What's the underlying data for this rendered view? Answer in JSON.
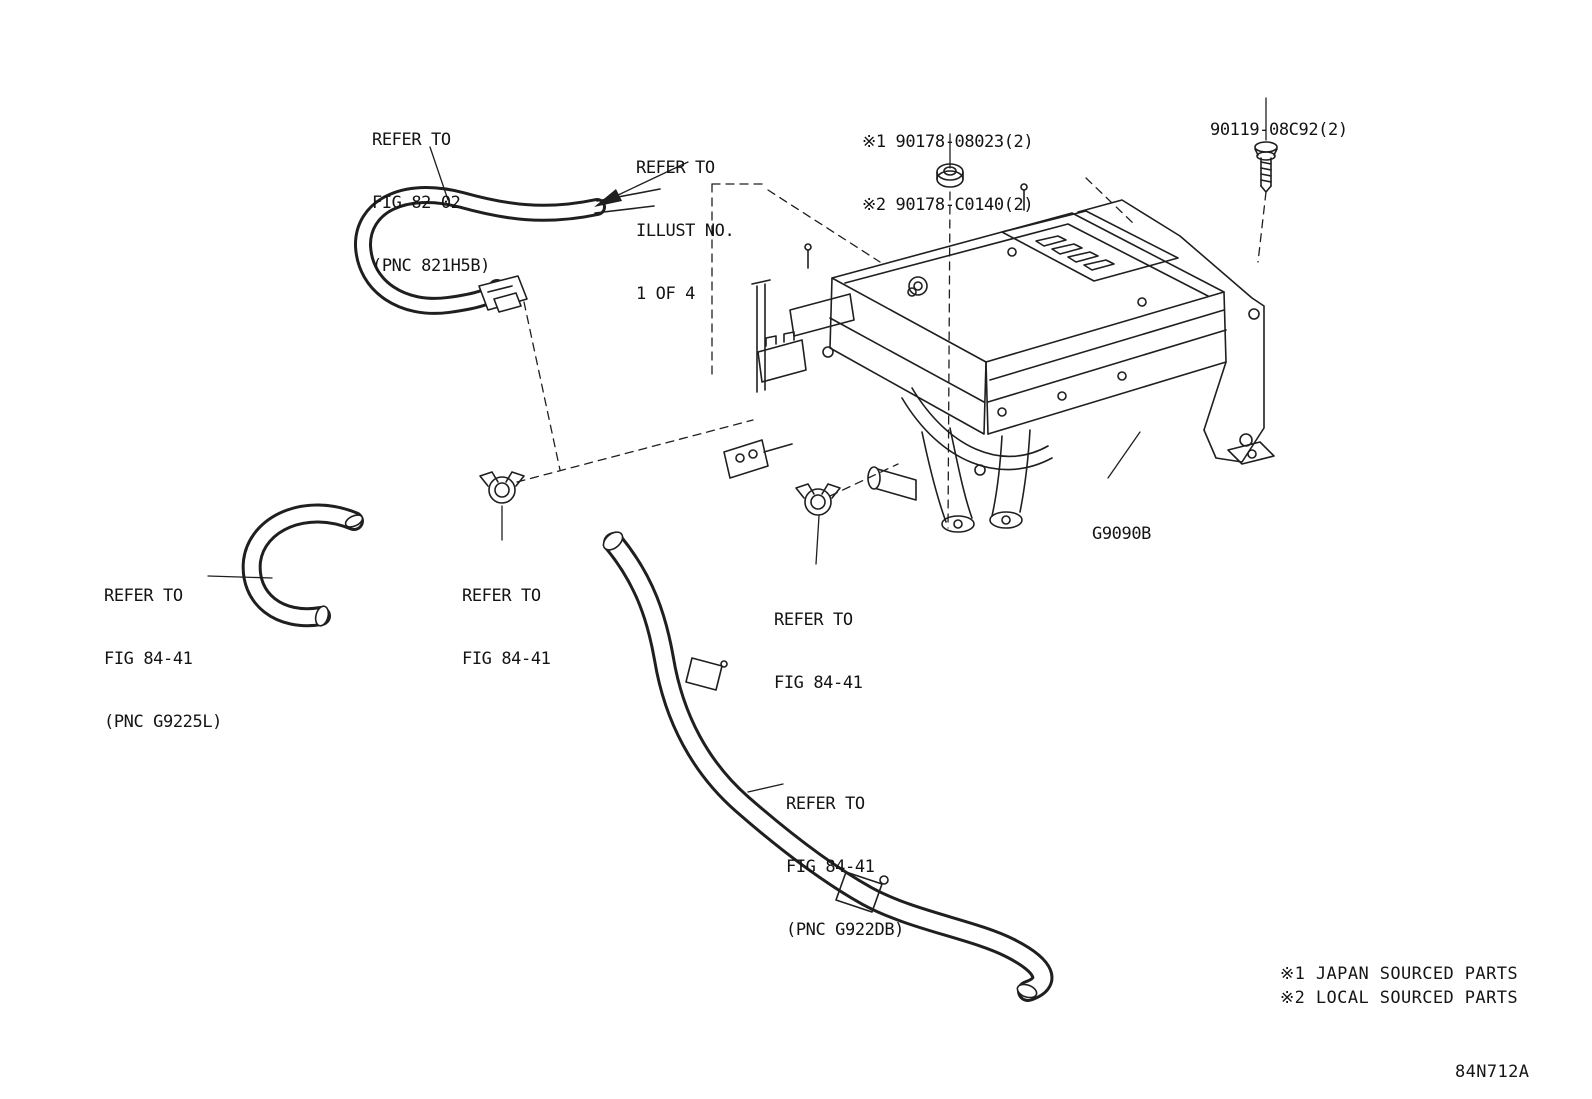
{
  "diagram": {
    "drawing_number": "84N712A",
    "labels": {
      "fig8202": {
        "line1": "REFER TO",
        "line2": "FIG 82-02",
        "line3": "(PNC 821H5B)"
      },
      "illust": {
        "line1": "REFER TO",
        "line2": "ILLUST NO.",
        "line3": "1 OF 4"
      },
      "part90178": {
        "line1": "※1 90178-08023(2)",
        "line2": "※2 90178-C0140(2)"
      },
      "part90119": {
        "text": "90119-08C92(2)"
      },
      "partG9090B": {
        "text": "G9090B"
      },
      "fig8441Left": {
        "line1": "REFER TO",
        "line2": "FIG 84-41",
        "line3": "(PNC G9225L)"
      },
      "fig8441Mid": {
        "line1": "REFER TO",
        "line2": "FIG 84-41"
      },
      "fig8441Right": {
        "line1": "REFER TO",
        "line2": "FIG 84-41"
      },
      "fig8441Bottom": {
        "line1": "REFER TO",
        "line2": "FIG 84-41",
        "line3": "(PNC G922DB)"
      }
    },
    "footnotes": {
      "note1": "※1 JAPAN SOURCED PARTS",
      "note2": "※2 LOCAL SOURCED PARTS"
    },
    "colors": {
      "line": "#1f1f1f",
      "background": "#ffffff"
    }
  }
}
